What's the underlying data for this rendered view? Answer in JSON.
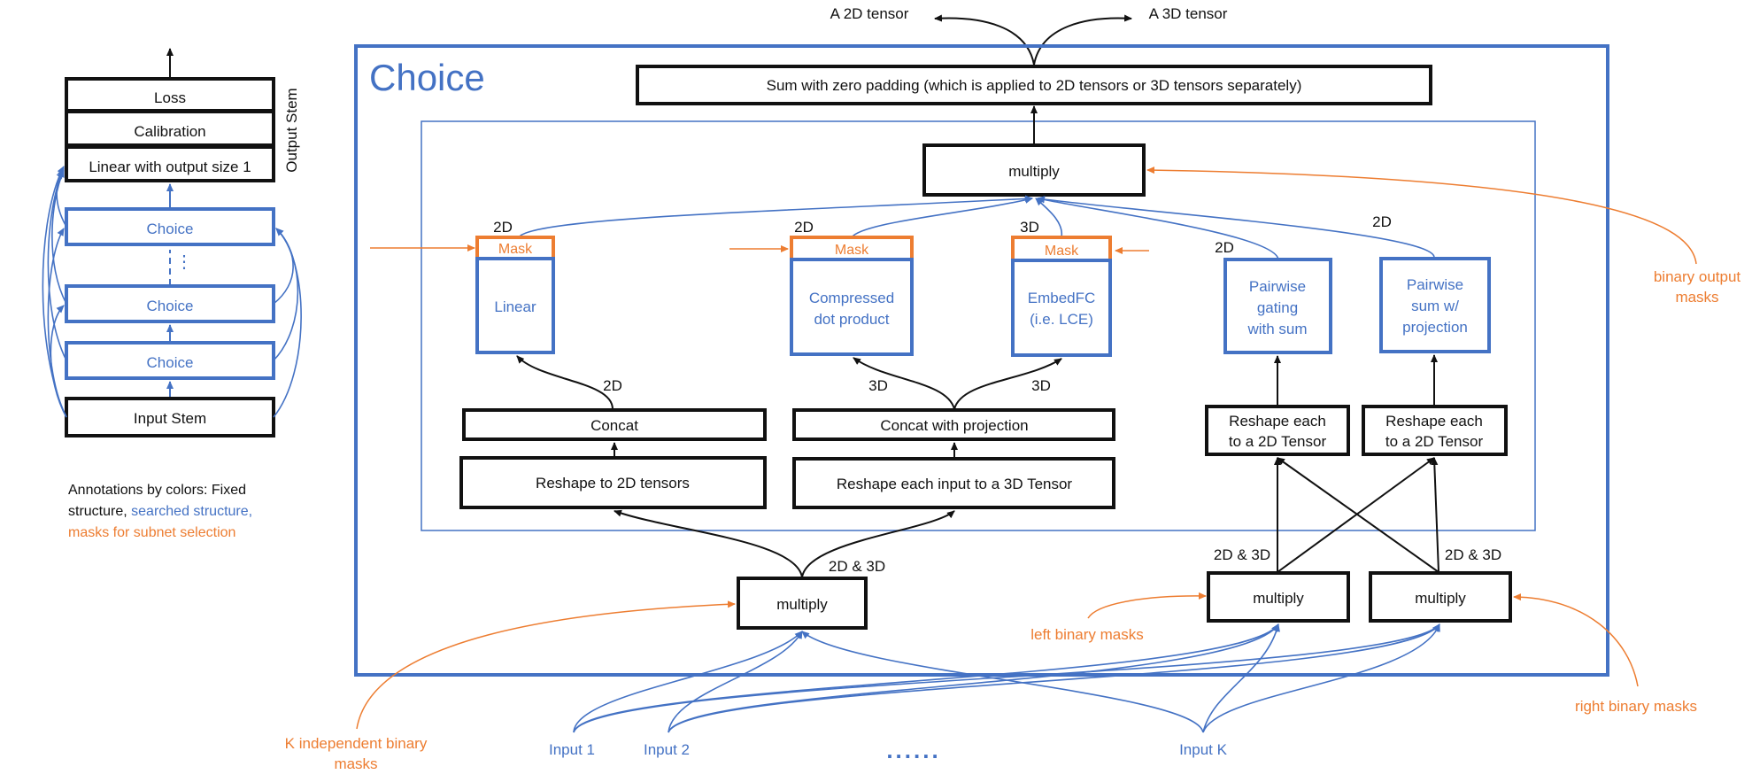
{
  "colors": {
    "fixed": "#111111",
    "searched": "#4472c4",
    "mask": "#ed7d31"
  },
  "left_stack": {
    "loss": "Loss",
    "calibration": "Calibration",
    "linear_output": "Linear with output size 1",
    "choice_top": "Choice",
    "choice_mid": "Choice",
    "choice_bottom": "Choice",
    "input_stem": "Input Stem",
    "output_stem_label": "Output Stem"
  },
  "annotation": {
    "line1": "Annotations by colors: Fixed",
    "line2_black": "structure, ",
    "line2_blue": "searched structure,",
    "line3_orange": "masks for subnet selection"
  },
  "outputs": {
    "tensor_2d": "A 2D tensor",
    "tensor_3d": "A 3D tensor"
  },
  "choice_block": {
    "title": "Choice",
    "sum_box": "Sum with zero padding (which is applied to 2D tensors or 3D tensors separately)",
    "multiply_top": "multiply",
    "binary_output_masks": [
      "binary output",
      "masks"
    ],
    "ops": {
      "linear": {
        "mask": "Mask",
        "label": [
          "Linear"
        ],
        "dim": "2D"
      },
      "cdp": {
        "mask": "Mask",
        "label": [
          "Compressed",
          "dot product"
        ],
        "dim": "2D"
      },
      "embedfc": {
        "mask": "Mask",
        "label": [
          "EmbedFC",
          "(i.e. LCE)"
        ],
        "dim": "3D"
      },
      "pairwise_gating": {
        "label": [
          "Pairwise",
          "gating",
          "with sum"
        ],
        "dim": "2D"
      },
      "pairwise_sum": {
        "label": [
          "Pairwise",
          "sum w/",
          "projection"
        ],
        "dim": "2D"
      }
    },
    "concat": "Concat",
    "concat_proj": "Concat with projection",
    "reshape_2d": "Reshape to 2D tensors",
    "reshape_3d": "Reshape each input to a 3D Tensor",
    "reshape_each_a": [
      "Reshape each",
      "to a 2D Tensor"
    ],
    "reshape_each_b": [
      "Reshape each",
      "to a 2D Tensor"
    ],
    "dim_2d": "2D",
    "dim_3d_left": "3D",
    "dim_3d_right": "3D",
    "multiply_bottom": "multiply",
    "multiply_left": "multiply",
    "multiply_right": "multiply",
    "dim_2d3d_bottom": "2D & 3D",
    "dim_2d3d_left": "2D & 3D",
    "dim_2d3d_right": "2D & 3D"
  },
  "inputs": {
    "input1": "Input 1",
    "input2": "Input 2",
    "ellipsis": "......",
    "inputK": "Input K"
  },
  "mask_labels": {
    "k_independent": [
      "K independent binary",
      "masks"
    ],
    "left_binary": "left binary masks",
    "right_binary": "right binary masks"
  }
}
